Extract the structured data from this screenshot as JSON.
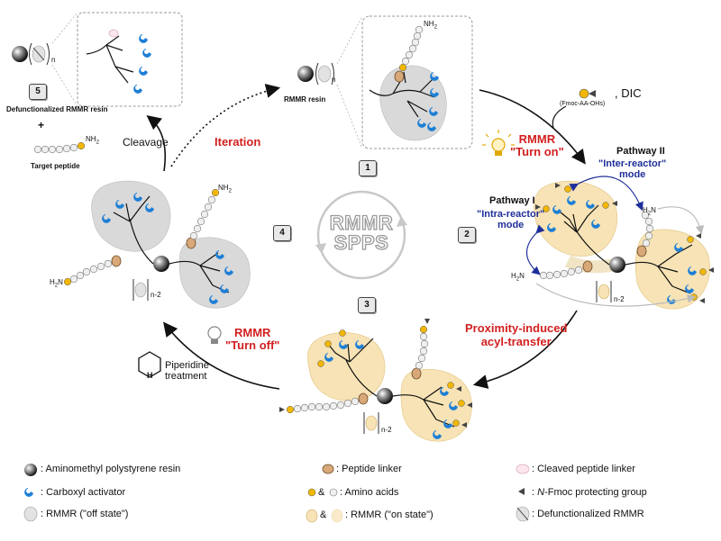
{
  "center": {
    "line1": "RMMR",
    "line2": "SPPS"
  },
  "steps": {
    "s1": "1",
    "s2": "2",
    "s3": "3",
    "s4": "4",
    "s5": "5"
  },
  "labels": {
    "rmmr_resin": "RMMR resin",
    "nh2": "NH",
    "sub2": "2",
    "h2n": "H",
    "n_sub": "n",
    "n_minus_2": "n-2",
    "dic": ", DIC",
    "fmoc_aa": "(Fmoc-AA-OHs)",
    "defunctionalized_resin": "Defunctionalized RMMR resin",
    "plus": "+",
    "target_peptide": "Target peptide",
    "cleavage": "Cleavage",
    "piperidine_line1": "Piperidine",
    "piperidine_line2": "treatment"
  },
  "annotations": {
    "iteration": "Iteration",
    "turn_on_1": "RMMR",
    "turn_on_2": "\"Turn on\"",
    "turn_off_1": "RMMR",
    "turn_off_2": "\"Turn off\"",
    "pathway2_title": "Pathway II",
    "pathway2_mode_1": "\"Inter-reactor\"",
    "pathway2_mode_2": "mode",
    "pathway1_title": "Pathway I",
    "pathway1_mode_1": "\"Intra-reactor\"",
    "pathway1_mode_2": "mode",
    "proximity_1": "Proximity-induced",
    "proximity_2": "acyl-transfer"
  },
  "legend": [
    {
      "text": ": Aminomethyl polystyrene resin"
    },
    {
      "text": ": Carboxyl activator"
    },
    {
      "text": ": RMMR (\"off state\")"
    },
    {
      "text": ": Peptide linker"
    },
    {
      "text": "&"
    },
    {
      "text": ": Amino acids"
    },
    {
      "text": "&"
    },
    {
      "text": ": RMMR (\"on state\")"
    },
    {
      "text": ": Cleaved peptide linker"
    },
    {
      "text": "-Fmoc protecting group",
      "prefix": "N",
      "lead": ": "
    },
    {
      "text": ": Defunctionalized RMMR"
    }
  ],
  "colors": {
    "red": "#d21f1f",
    "blue": "#1f2f99",
    "activator": "#1e7fd6",
    "amino_acid_yellow": "#f2b705",
    "rmmr_off": "#d9d9d9",
    "rmmr_on": "#f7e3b5",
    "linker": "#d8a878"
  }
}
